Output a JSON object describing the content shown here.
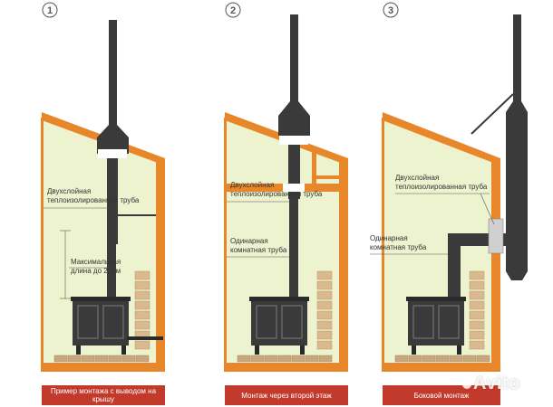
{
  "colors": {
    "wall": "#e8862a",
    "interior": "#eef3cf",
    "pipe": "#3a3a3a",
    "brick": "#d9b98d",
    "floor_brick": "#c7a77d",
    "caption_bg": "#c23a2c",
    "number_stroke": "#555555"
  },
  "panels": [
    {
      "number": "1",
      "labels": {
        "double_pipe": [
          "Двухслойная",
          "теплоизолированная труба"
        ],
        "max_length": [
          "Максимальная",
          "длина до 2,4 м"
        ]
      },
      "caption": "Пример монтажа с выводом на крышу"
    },
    {
      "number": "2",
      "labels": {
        "double_pipe": [
          "Двухслойная",
          "теплоизолированная труба"
        ],
        "single_pipe": [
          "Одинарная",
          "комнатная труба"
        ]
      },
      "caption": "Монтаж через второй этаж"
    },
    {
      "number": "3",
      "labels": {
        "double_pipe": [
          "Двухслойная",
          "теплоизолированная труба"
        ],
        "single_pipe": [
          "Одинарная",
          "комнатная труба"
        ]
      },
      "caption": "Боковой монтаж"
    }
  ],
  "watermark": "Avito"
}
